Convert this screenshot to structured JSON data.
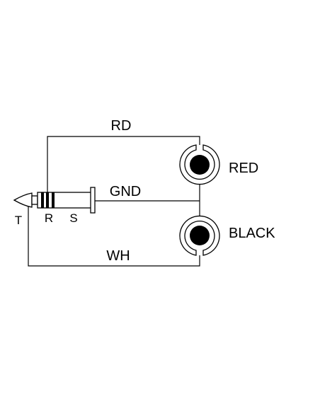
{
  "wires": {
    "rd": "RD",
    "gnd": "GND",
    "wh": "WH"
  },
  "jacks": {
    "red": "RED",
    "black": "BLACK"
  },
  "plug": {
    "tip": "T",
    "ring": "R",
    "sleeve": "S"
  },
  "colors": {
    "line": "#000000",
    "background": "#ffffff"
  }
}
